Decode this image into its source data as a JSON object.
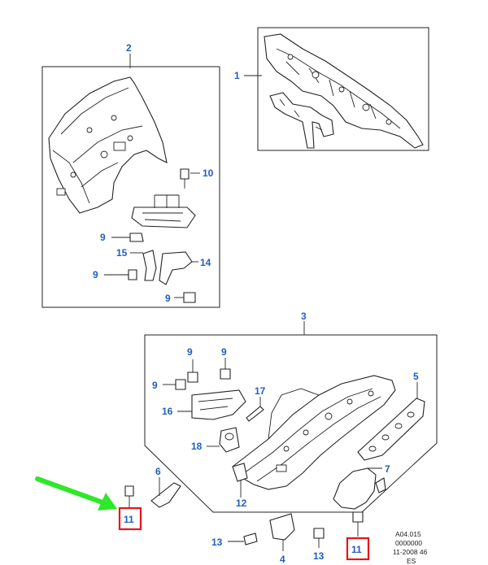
{
  "callouts": {
    "c1": "1",
    "c2": "2",
    "c3": "3",
    "c4": "4",
    "c5": "5",
    "c6": "6",
    "c7": "7",
    "c9a": "9",
    "c9b": "9",
    "c9c": "9",
    "c9d": "9",
    "c9e": "9",
    "c9f": "9",
    "c10": "10",
    "c11a": "11",
    "c11b": "11",
    "c12": "12",
    "c13a": "13",
    "c13b": "13",
    "c14": "14",
    "c15": "15",
    "c16": "16",
    "c17": "17",
    "c18": "18"
  },
  "stamp": {
    "line1": "A04.015",
    "line2": "0000000",
    "line3": "11-2008 46",
    "line4": "ES"
  },
  "colors": {
    "callout": "#1f5fbf",
    "highlight": "#e8141a",
    "arrow": "#2ee82a",
    "line": "#222222"
  }
}
